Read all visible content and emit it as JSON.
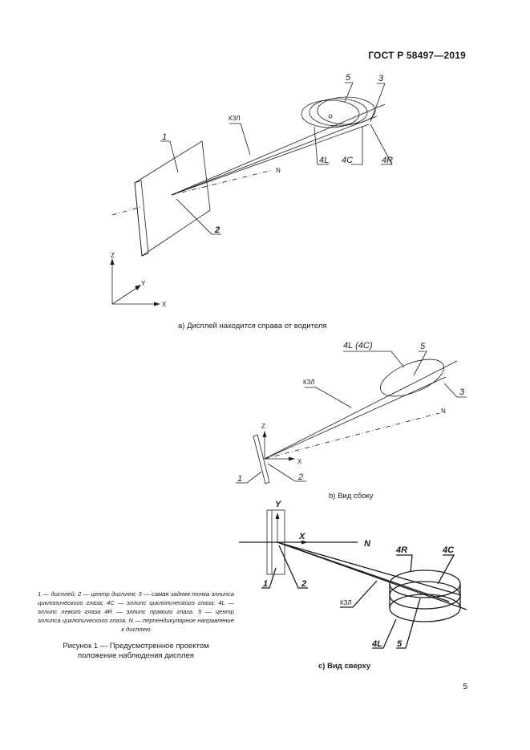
{
  "header": {
    "standard": "ГОСТ Р 58497—2019"
  },
  "figure_a": {
    "caption": "а) Дисплей находится справа от водителя",
    "labels": {
      "display": "1",
      "center": "2",
      "rear_point": "3",
      "ellipse_center": "5",
      "ellipse_left": "4L",
      "ellipse_cyclopean": "4C",
      "ellipse_right": "4R",
      "line_kzl": "КЗЛ",
      "normal": "N",
      "axis_z": "Z",
      "axis_y": "Y",
      "axis_x": "X"
    }
  },
  "figure_b": {
    "caption": "b) Вид сбоку",
    "labels": {
      "ellipse_top": "4L (4C)",
      "ellipse_center": "5",
      "rear_point": "3",
      "line_kzl": "КЗЛ",
      "normal": "N",
      "axis_z": "Z",
      "axis_x": "X",
      "display": "1",
      "center": "2"
    }
  },
  "figure_c": {
    "caption": "c) Вид сверху",
    "labels": {
      "axis_y": "Y",
      "axis_x": "X",
      "normal": "N",
      "ellipse_right": "4R",
      "ellipse_cyclopean": "4C",
      "line_kzl": "КЗЛ",
      "display": "1",
      "center": "2",
      "ellipse_left": "4L",
      "ellipse_center": "5"
    }
  },
  "legend": {
    "text": "1 — дисплей; 2 — центр дисплея; 3 — самая задняя точка эллипса циклопического глаза; 4С — эллипс циклопического глаза; 4L — эллипс левого глаза 4R — эллипс правого глаза. 5 — центр эллипса циклопического глаза, N — перпендикулярное направление к дисплею"
  },
  "figure_title": {
    "line1": "Рисунок 1 — Предусмотренное проектом",
    "line2": "положение наблюдения дисплея"
  },
  "footer": {
    "page_number": "5"
  }
}
